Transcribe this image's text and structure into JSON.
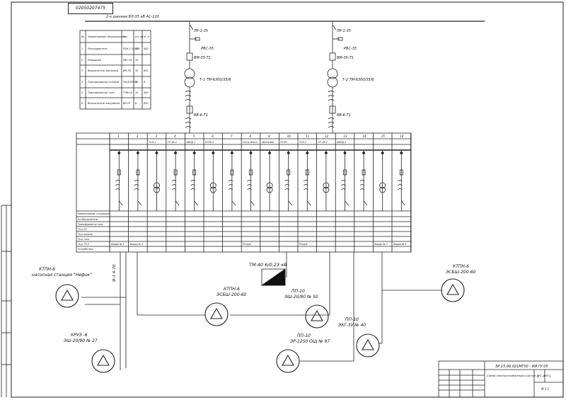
{
  "drawing": {
    "stamp_code": "02050207475",
    "busbar_top_label": "2-х шинная ВЛ-35 кВ АС-120"
  },
  "equipment_table": {
    "headers": [
      "№",
      "Наименование оборудования",
      "Тип",
      "Uн, кВ",
      "Iн, А"
    ],
    "rows": [
      [
        "1",
        "Разъединитель",
        "РДН-2 35/400",
        "35",
        "400"
      ],
      [
        "2",
        "Разрядник",
        "РВС-35",
        "35",
        ""
      ],
      [
        "3",
        "Выключатель масляный",
        "ВМ-35",
        "35",
        "630"
      ],
      [
        "4",
        "Трансформатор силовой",
        "ТМ-6300/35",
        "35",
        "6"
      ],
      [
        "5",
        "Трансформатор тока",
        "ТЛМ-10",
        "10",
        "400"
      ],
      [
        "6",
        "Выключатель вакуумный",
        "ВВ-10",
        "6",
        "630"
      ]
    ]
  },
  "transformer_branches": [
    {
      "disconnector": "ЛР-1-35",
      "arrester": "РВС-35",
      "breaker35": "ВМ-35-Т1",
      "transformer": "Т-1 ТМ-6300/35/6",
      "breaker6": "ВВ-6-Т1"
    },
    {
      "disconnector": "ЛР-1-35",
      "arrester": "РВС-35",
      "breaker35": "ВМ-35-Т1",
      "transformer": "Т-2 ТМ-6300/35/6",
      "breaker6": "ВВ-6-Т1"
    }
  ],
  "switchgear": {
    "cell_numbers": [
      "1",
      "2",
      "3",
      "4",
      "5",
      "6",
      "7",
      "8",
      "9",
      "10",
      "11",
      "12",
      "13",
      "14",
      "15",
      "16"
    ],
    "cell_names": [
      "",
      "",
      "ТСН-1",
      "ТР-1В-1",
      "ВВОД 1",
      "КТПН-1",
      "",
      "Секц. Выкл.",
      "ниппкакм",
      "КТПН",
      "ТСН-2",
      "ТР-1В-2",
      "ВВОД 2",
      "",
      "",
      ""
    ],
    "row_labels": [
      "Наименование отходящих",
      "Кл Выключатель",
      "Трансформатор тока",
      "Тр-р СН",
      "Тр-р напряж",
      "Тр-р тока",
      "Тр-р ТЛ-3",
      "Потребитель"
    ],
    "consumers": [
      "Фидер № 1",
      "Фидер № 2",
      "",
      "",
      "",
      "",
      "",
      "Резерв",
      "",
      "",
      "Резерв",
      "",
      "",
      "",
      "Фидер № 3",
      "Фидер № 4"
    ]
  },
  "consumers_field": [
    {
      "id": "pump",
      "line1": "КТПН-6",
      "line2": "насосная станция \"Нефок\""
    },
    {
      "id": "kruf",
      "line1": "КРУЭ -6",
      "line2": "ЭШ-20/90 № 27"
    },
    {
      "id": "ktpn-mid",
      "line1": "КТПН-6",
      "line2": "ЭСБШ-200-60"
    },
    {
      "id": "pp10-50",
      "line1": "ПП-10",
      "line2": "ЭШ-20/90 № 50"
    },
    {
      "id": "pp10-97",
      "line1": "ПП-10",
      "line2": "ЭР-1250 ОЩ № 97"
    },
    {
      "id": "pp10-40",
      "line1": "ПП-10",
      "line2": "ЭКГ-5У № 40"
    },
    {
      "id": "ktpn-right",
      "line1": "КТПН-6",
      "line2": "ЭСБШ-200-60"
    }
  ],
  "field_transformer": "ТМ-40 6/0,23 кВ",
  "cable_mark": "Ф-1 6-70",
  "title_block": {
    "code": "ЗР 15.06.021МГ00 - ИИ ГУ 05",
    "title": "Схема электроснабжения участка ЭРС-ДНП",
    "sheet": "1",
    "sheets": "1",
    "scale": "М 1:1"
  }
}
